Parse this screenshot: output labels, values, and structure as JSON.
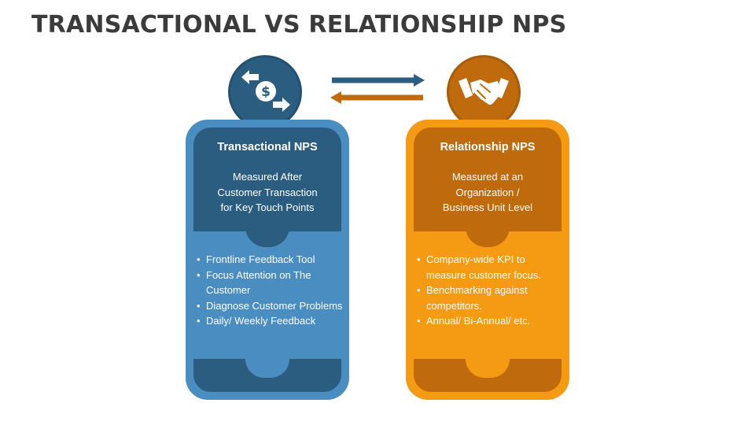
{
  "title": "TRANSACTIONAL VS RELATIONSHIP NPS",
  "colors": {
    "blue_dark": "#2a5d80",
    "blue_light": "#4a8dc0",
    "orange_dark": "#c06a0e",
    "orange_light": "#f59a13",
    "title_text": "#3b3b3b"
  },
  "transactional": {
    "icon": "dollar-exchange-icon",
    "heading": "Transactional NPS",
    "description": [
      "Measured After",
      "Customer Transaction",
      "for Key Touch Points"
    ],
    "bullets": [
      "Frontline Feedback Tool",
      "Focus Attention on The Customer",
      "Diagnose Customer Problems",
      "Daily/ Weekly Feedback"
    ]
  },
  "relationship": {
    "icon": "handshake-icon",
    "heading": "Relationship NPS",
    "description": [
      "Measured at an",
      "Organization /",
      "Business Unit Level"
    ],
    "bullets": [
      "Company-wide KPI to measure customer focus.",
      "Benchmarking against competitors.",
      "Annual/ Bi-Annual/ etc."
    ]
  }
}
